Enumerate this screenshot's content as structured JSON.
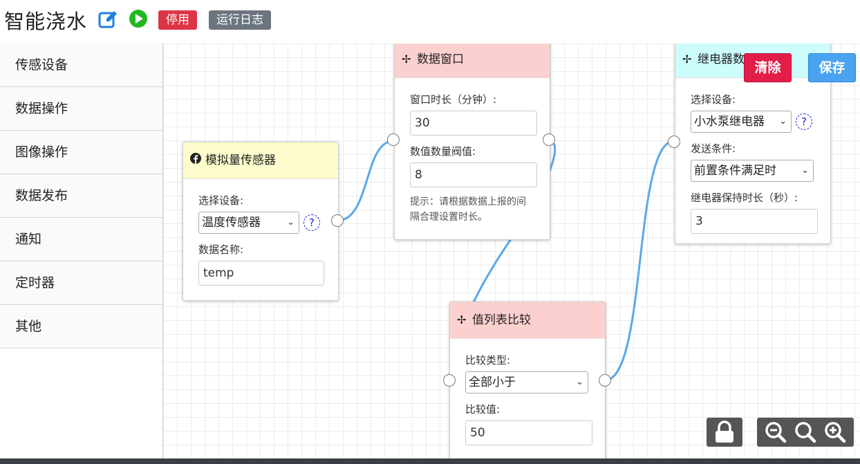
{
  "header": {
    "title": "智能浇水",
    "disable_label": "停用",
    "log_label": "运行日志",
    "colors": {
      "disable": "#dc3545",
      "log": "#6c757d",
      "edit_icon": "#1e7ee0",
      "run_icon": "#22b822"
    }
  },
  "sidebar": {
    "items": [
      {
        "label": "传感设备"
      },
      {
        "label": "数据操作"
      },
      {
        "label": "图像操作"
      },
      {
        "label": "数据发布"
      },
      {
        "label": "通知"
      },
      {
        "label": "定时器"
      },
      {
        "label": "其他"
      }
    ]
  },
  "actions": {
    "clear_label": "清除",
    "save_label": "保存"
  },
  "nodes": {
    "sensor": {
      "title": "模拟量传感器",
      "icon": "facebook-icon",
      "head_color": "#fcfccc",
      "device_label": "选择设备:",
      "device_value": "温度传感器",
      "help": "?",
      "name_label": "数据名称:",
      "name_value": "temp"
    },
    "window": {
      "title": "数据窗口",
      "icon": "slack-icon",
      "head_color": "#fdd0d0",
      "duration_label": "窗口时长（分钟）:",
      "duration_value": "30",
      "threshold_label": "数值数量阀值:",
      "threshold_value": "8",
      "hint": "提示：请根据数据上报的间隔合理设置时长。"
    },
    "compare": {
      "title": "值列表比较",
      "icon": "slack-icon",
      "head_color": "#fdd0d0",
      "type_label": "比较类型:",
      "type_value": "全部小于",
      "value_label": "比较值:",
      "value_value": "50"
    },
    "relay": {
      "title": "继电器数",
      "icon": "slack-icon",
      "head_color": "#ccfcfc",
      "device_label": "选择设备:",
      "device_value": "小水泵继电器",
      "help": "?",
      "condition_label": "发送条件:",
      "condition_value": "前置条件满足时",
      "hold_label": "继电器保持时长（秒）:",
      "hold_value": "3"
    }
  },
  "wire_color": "#5aa8ea"
}
